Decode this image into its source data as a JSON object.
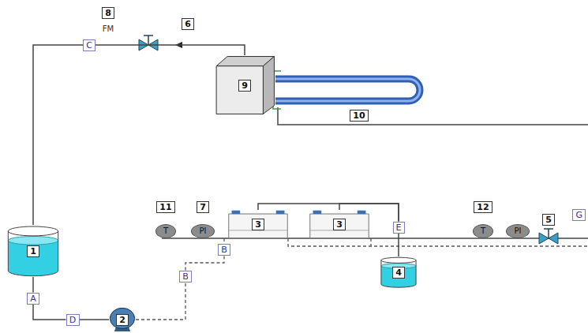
{
  "diagram": {
    "nodes": [
      {
        "text": [
          "C"
        ]
      },
      {
        "text": [
          "9"
        ]
      },
      {
        "text": [
          "T"
        ]
      },
      {
        "text": [
          "PI"
        ]
      },
      {
        "text": [
          "3"
        ]
      },
      {
        "text": [
          "3"
        ]
      },
      {
        "text": [
          "T"
        ]
      },
      {
        "text": [
          "PI"
        ]
      },
      {
        "text": [
          "1"
        ]
      },
      {
        "text": [
          "B"
        ]
      },
      {
        "text": [
          "E"
        ]
      },
      {
        "text": [
          "4"
        ]
      },
      {
        "text": [
          "A"
        ]
      },
      {
        "text": [
          "B"
        ]
      },
      {
        "text": [
          "D"
        ]
      },
      {
        "text": [
          "2"
        ]
      }
    ],
    "edges": [
      {
        "from": 8,
        "to": 0,
        "arrow": "none"
      },
      {
        "from": 0,
        "to": 1,
        "arrow": "none"
      },
      {
        "from": 4,
        "to": 10,
        "arrow": "none"
      },
      {
        "from": 5,
        "to": 10,
        "arrow": "none"
      },
      {
        "from": 10,
        "to": 11,
        "arrow": "none"
      },
      {
        "from": 8,
        "to": 12,
        "arrow": "none"
      },
      {
        "from": 12,
        "to": 14,
        "arrow": "none"
      },
      {
        "from": 14,
        "to": 15,
        "arrow": "none"
      },
      {
        "from": 15,
        "to": 13,
        "arrow": "none"
      },
      {
        "from": 13,
        "to": 9,
        "arrow": "none"
      }
    ],
    "labels": [
      "8",
      "FM",
      "6",
      "11",
      "7",
      "10",
      "12",
      "5",
      "G"
    ]
  }
}
